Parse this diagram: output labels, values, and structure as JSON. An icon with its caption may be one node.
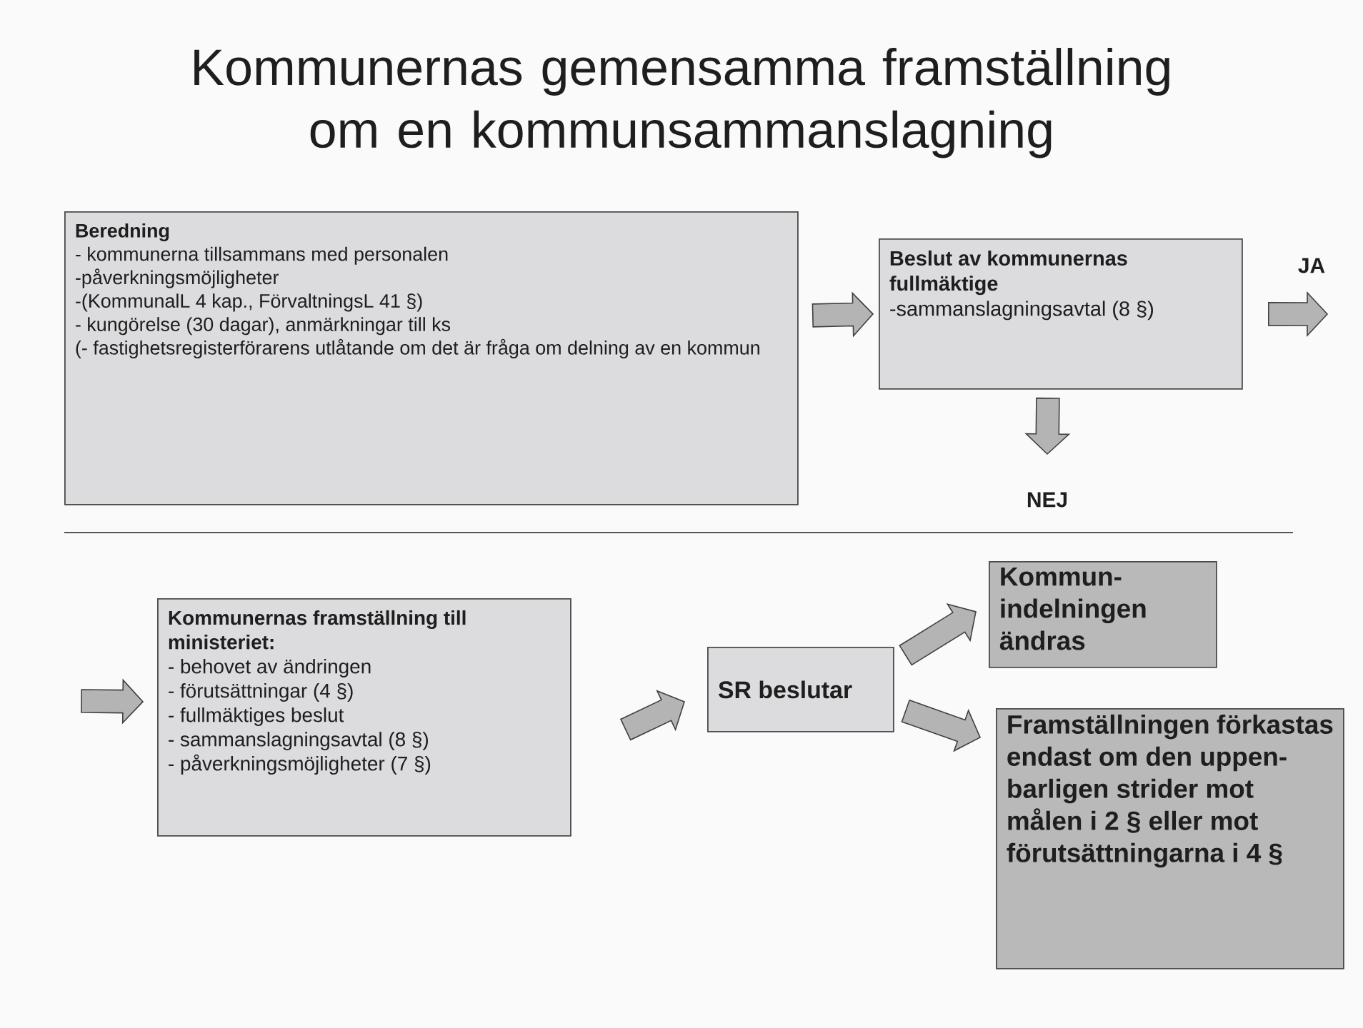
{
  "diagram": {
    "title": "Kommunernas gemensamma framställning om en kommunsammanslagning",
    "nodes": [
      {
        "text": [
          "Beredning",
          "- kommunerna tillsammans med personalen",
          "-påverkningsmöjligheter",
          "-(KommunalL 4 kap., FörvaltningsL 41 §)",
          "- kungörelse (30 dagar), anmärkningar till ks",
          "(- fastighetsregisterförarens utlåtande om det är fråga om delning av en kommun"
        ]
      },
      {
        "text": [
          "Beslut av kommunernas fullmäktige",
          "-sammanslagningsavtal (8 §)"
        ]
      },
      {
        "text": [
          "Kommunernas framställning till ministeriet:",
          "- behovet av ändringen",
          "- förutsättningar (4 §)",
          "- fullmäktiges beslut",
          "- sammanslagningsavtal (8 §)",
          "- påverkningsmöjligheter (7 §)"
        ]
      },
      {
        "text": [
          "SR beslutar"
        ]
      },
      {
        "text": [
          "Kommun- indelningen ändras"
        ]
      },
      {
        "text": [
          "Framställningen förkastas",
          "endast om den uppen- barligen strider mot målen i 2 § eller mot förutsättningarna i 4 §"
        ]
      }
    ],
    "edges": [
      {
        "from": 0,
        "to": 1,
        "arrow": "to"
      },
      {
        "from": 1,
        "to": null,
        "arrow": "to",
        "label": "JA"
      },
      {
        "from": 1,
        "to": null,
        "arrow": "to",
        "label": "NEJ"
      },
      {
        "from": null,
        "to": 2,
        "arrow": "to"
      },
      {
        "from": 2,
        "to": 3,
        "arrow": "to"
      },
      {
        "from": 3,
        "to": 4,
        "arrow": "to"
      },
      {
        "from": 3,
        "to": 5,
        "arrow": "to"
      }
    ]
  }
}
